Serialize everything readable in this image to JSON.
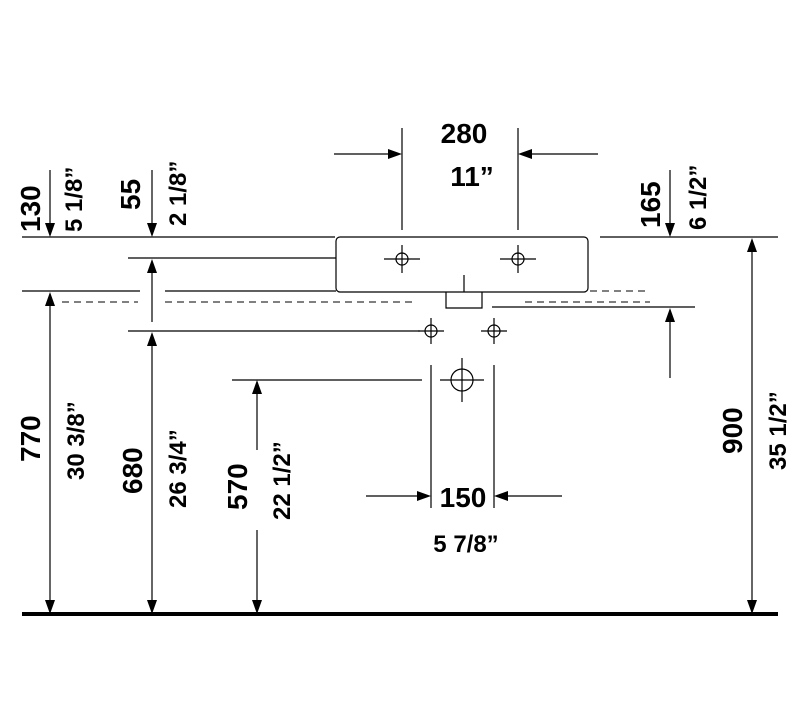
{
  "dims": {
    "width_mm": "280",
    "width_in": "11”",
    "offset_left_mm": "130",
    "offset_left_in": "5 1/8”",
    "offset_mid_mm": "55",
    "offset_mid_in": "2 1/8”",
    "depth_right_mm": "165",
    "depth_right_in": "6 1/2”",
    "height_770_mm": "770",
    "height_770_in": "30 3/8”",
    "height_680_mm": "680",
    "height_680_in": "26 3/4”",
    "height_570_mm": "570",
    "height_570_in": "22 1/2”",
    "height_900_mm": "900",
    "height_900_in": "35 1/2”",
    "spacing_mm": "150",
    "spacing_in": "5 7/8”"
  }
}
